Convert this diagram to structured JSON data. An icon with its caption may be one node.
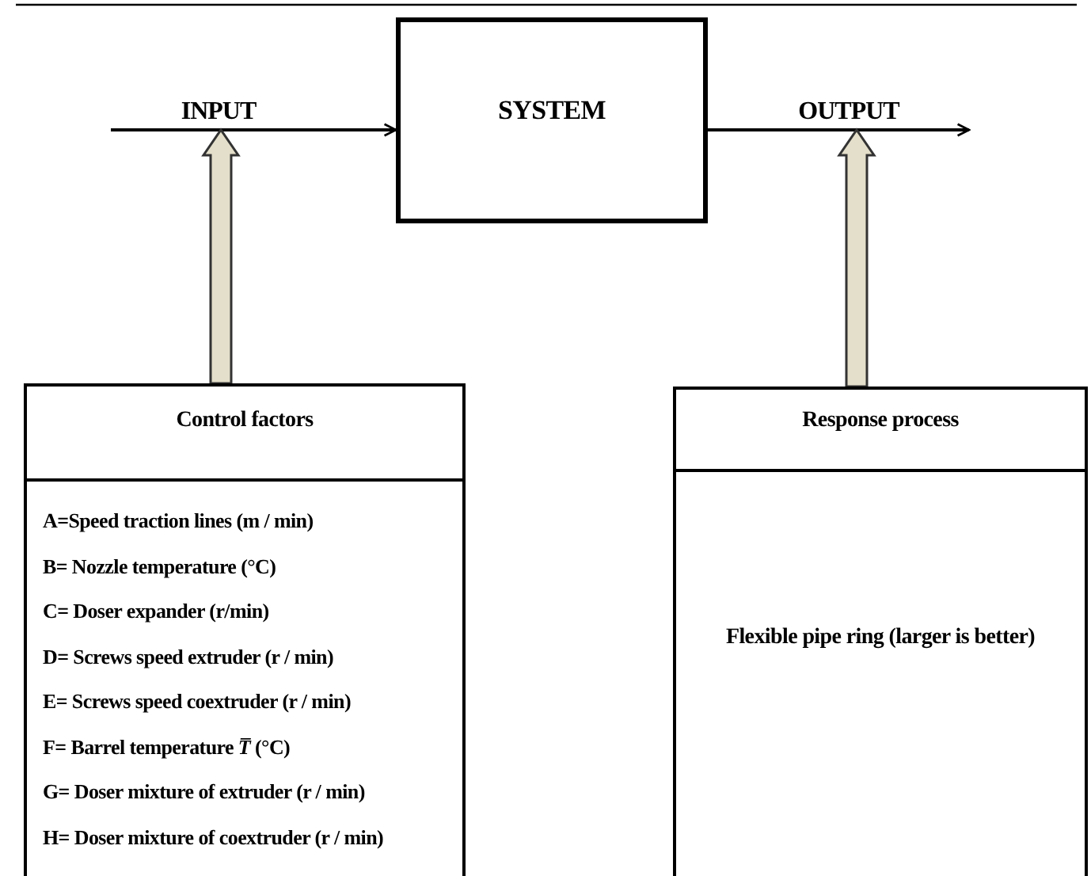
{
  "diagram": {
    "nodes": [
      {
        "text": [
          "SYSTEM"
        ]
      },
      {
        "text": [
          "Control  factors",
          "A=Speed traction lines (m / min)",
          "B= Nozzle temperature  (°C)",
          "C= Doser expander (r/min)",
          "D= Screws speed extruder  (r / min)",
          "E=  Screws speed coextruder (r / min)",
          "F= Barrel  temperature  *T̅*  (°C)",
          "G= Doser mixture of extruder (r / min)",
          "H= Doser mixture of coextruder  (r / min)"
        ]
      },
      {
        "text": [
          "Response process",
          "Flexible pipe ring  (larger is better)"
        ]
      }
    ],
    "edges": [
      {
        "from": null,
        "to": 0,
        "arrow": "to",
        "label": "INPUT"
      },
      {
        "from": 0,
        "to": null,
        "arrow": "to",
        "label": "OUTPUT"
      },
      {
        "from": 1,
        "to": null,
        "arrow": "to",
        "style": "thick",
        "color": "#e4dfca"
      },
      {
        "from": 2,
        "to": null,
        "arrow": "to",
        "style": "thick",
        "color": "#e4dfca"
      }
    ]
  }
}
